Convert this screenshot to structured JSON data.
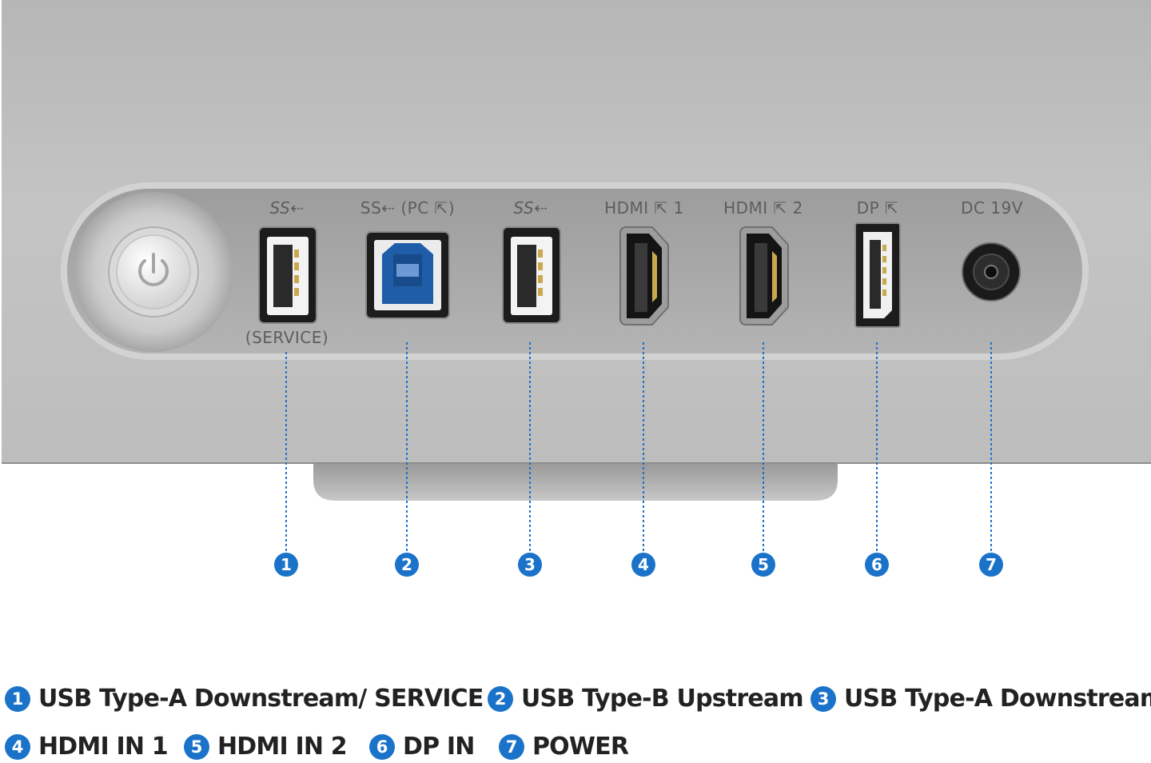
{
  "ports": [
    {
      "num": "1",
      "top_label": "SS⇠",
      "bottom_label": "(SERVICE)",
      "type": "usb-a"
    },
    {
      "num": "2",
      "top_label": "SS⇠ (PC ⇱)",
      "bottom_label": "",
      "type": "usb-b"
    },
    {
      "num": "3",
      "top_label": "SS⇠",
      "bottom_label": "",
      "type": "usb-a"
    },
    {
      "num": "4",
      "top_label": "HDMI ⇱ 1",
      "bottom_label": "",
      "type": "hdmi"
    },
    {
      "num": "5",
      "top_label": "HDMI ⇱ 2",
      "bottom_label": "",
      "type": "hdmi"
    },
    {
      "num": "6",
      "top_label": "DP ⇱",
      "bottom_label": "",
      "type": "dp"
    },
    {
      "num": "7",
      "top_label": "DC 19V",
      "bottom_label": "",
      "type": "dc"
    }
  ],
  "legend": [
    {
      "num": "1",
      "text": "USB Type-A Downstream/ SERVICE"
    },
    {
      "num": "2",
      "text": "USB Type-B Upstream"
    },
    {
      "num": "3",
      "text": "USB Type-A Downstream"
    },
    {
      "num": "4",
      "text": "HDMI IN 1"
    },
    {
      "num": "5",
      "text": "HDMI IN 2"
    },
    {
      "num": "6",
      "text": "DP IN"
    },
    {
      "num": "7",
      "text": "POWER"
    }
  ],
  "colors": {
    "callout": "#1a73c9",
    "panel": "#b7b7b7",
    "usb_b": "#1f5da8"
  },
  "icons": {
    "power_button": "power-icon"
  }
}
